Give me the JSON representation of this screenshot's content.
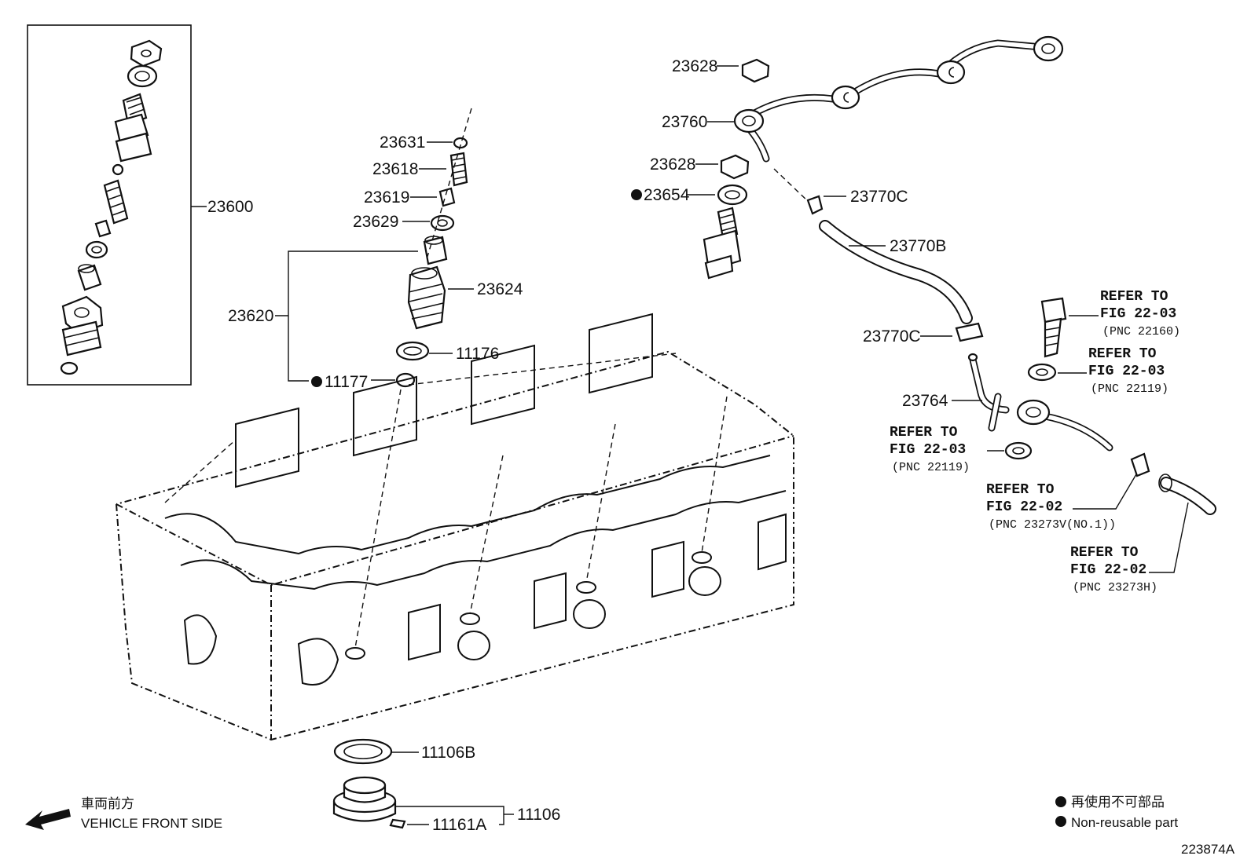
{
  "callouts": {
    "c23600": "23600",
    "c23631": "23631",
    "c23618": "23618",
    "c23619": "23619",
    "c23629": "23629",
    "c23620": "23620",
    "c23624": "23624",
    "c11176": "11176",
    "c11177": "11177",
    "c23628a": "23628",
    "c23760": "23760",
    "c23628b": "23628",
    "c23654": "23654",
    "c23770c_a": "23770C",
    "c23770b": "23770B",
    "c23770c_b": "23770C",
    "c23764": "23764",
    "c11106b": "11106B",
    "c11106": "11106",
    "c11161a": "11161A"
  },
  "refs": {
    "r1": {
      "line1": "REFER TO",
      "line2": "FIG 22-03",
      "line3": "(PNC 22160)"
    },
    "r2": {
      "line1": "REFER TO",
      "line2": "FIG 22-03",
      "line3": "(PNC 22119)"
    },
    "r3": {
      "line1": "REFER TO",
      "line2": "FIG 22-03",
      "line3": "(PNC 22119)"
    },
    "r4": {
      "line1": "REFER TO",
      "line2": "FIG 22-02",
      "line3": "(PNC 23273V(NO.1))"
    },
    "r5": {
      "line1": "REFER TO",
      "line2": "FIG 22-02",
      "line3": "(PNC 23273H)"
    }
  },
  "direction": {
    "jp": "車両前方",
    "en": "VEHICLE FRONT SIDE"
  },
  "legend": {
    "jp": "再使用不可部品",
    "en": "Non-reusable part"
  },
  "figure_id": "223874A"
}
